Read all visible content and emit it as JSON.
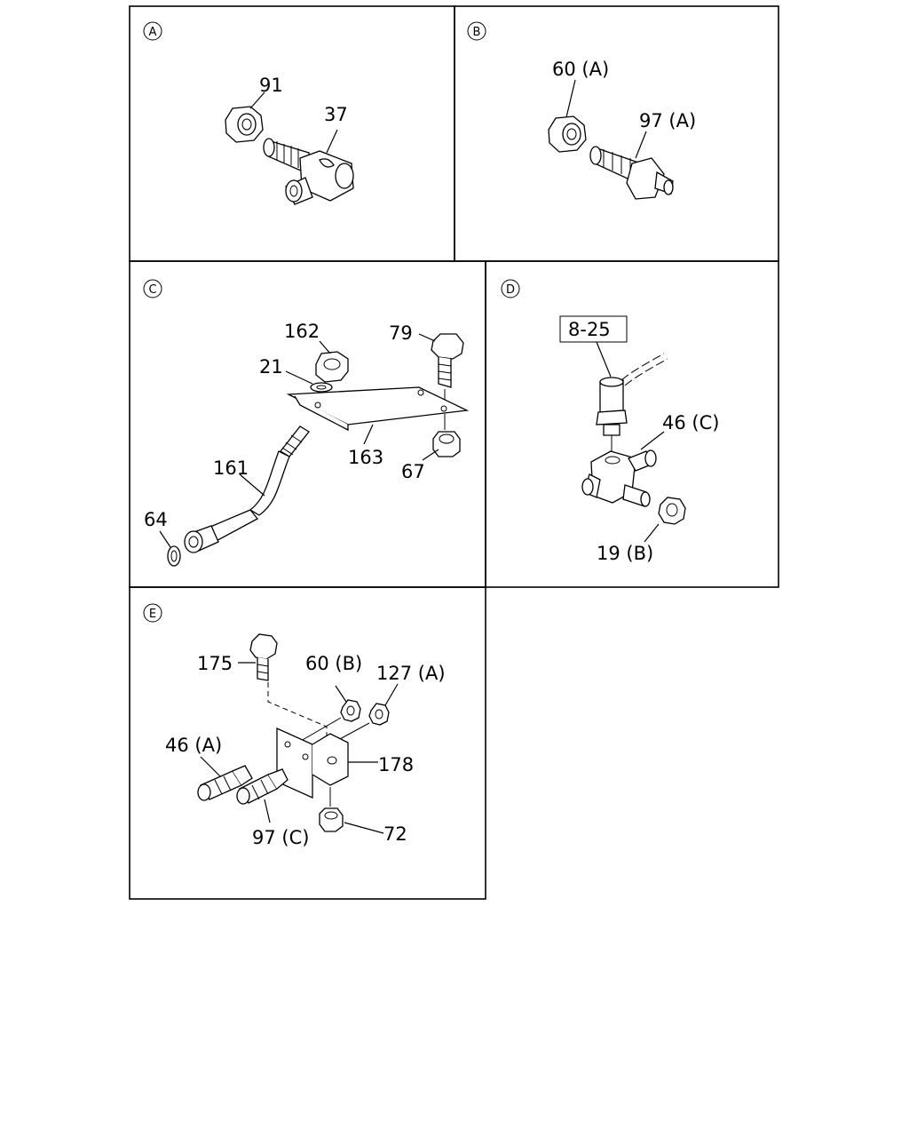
{
  "panels": {
    "A": {
      "id": "A",
      "labels": {
        "p91": "91",
        "p37": "37"
      }
    },
    "B": {
      "id": "B",
      "labels": {
        "p60a": "60 (A)",
        "p97a": "97 (A)"
      }
    },
    "C": {
      "id": "C",
      "labels": {
        "p162": "162",
        "p79": "79",
        "p21": "21",
        "p163": "163",
        "p161": "161",
        "p67": "67",
        "p64": "64"
      }
    },
    "D": {
      "id": "D",
      "labels": {
        "p825": "8-25",
        "p46c": "46 (C)",
        "p19b": "19 (B)"
      }
    },
    "E": {
      "id": "E",
      "labels": {
        "p175": "175",
        "p60b": "60 (B)",
        "p127a": "127 (A)",
        "p46a": "46 (A)",
        "p178": "178",
        "p97c": "97 (C)",
        "p72": "72"
      }
    }
  }
}
